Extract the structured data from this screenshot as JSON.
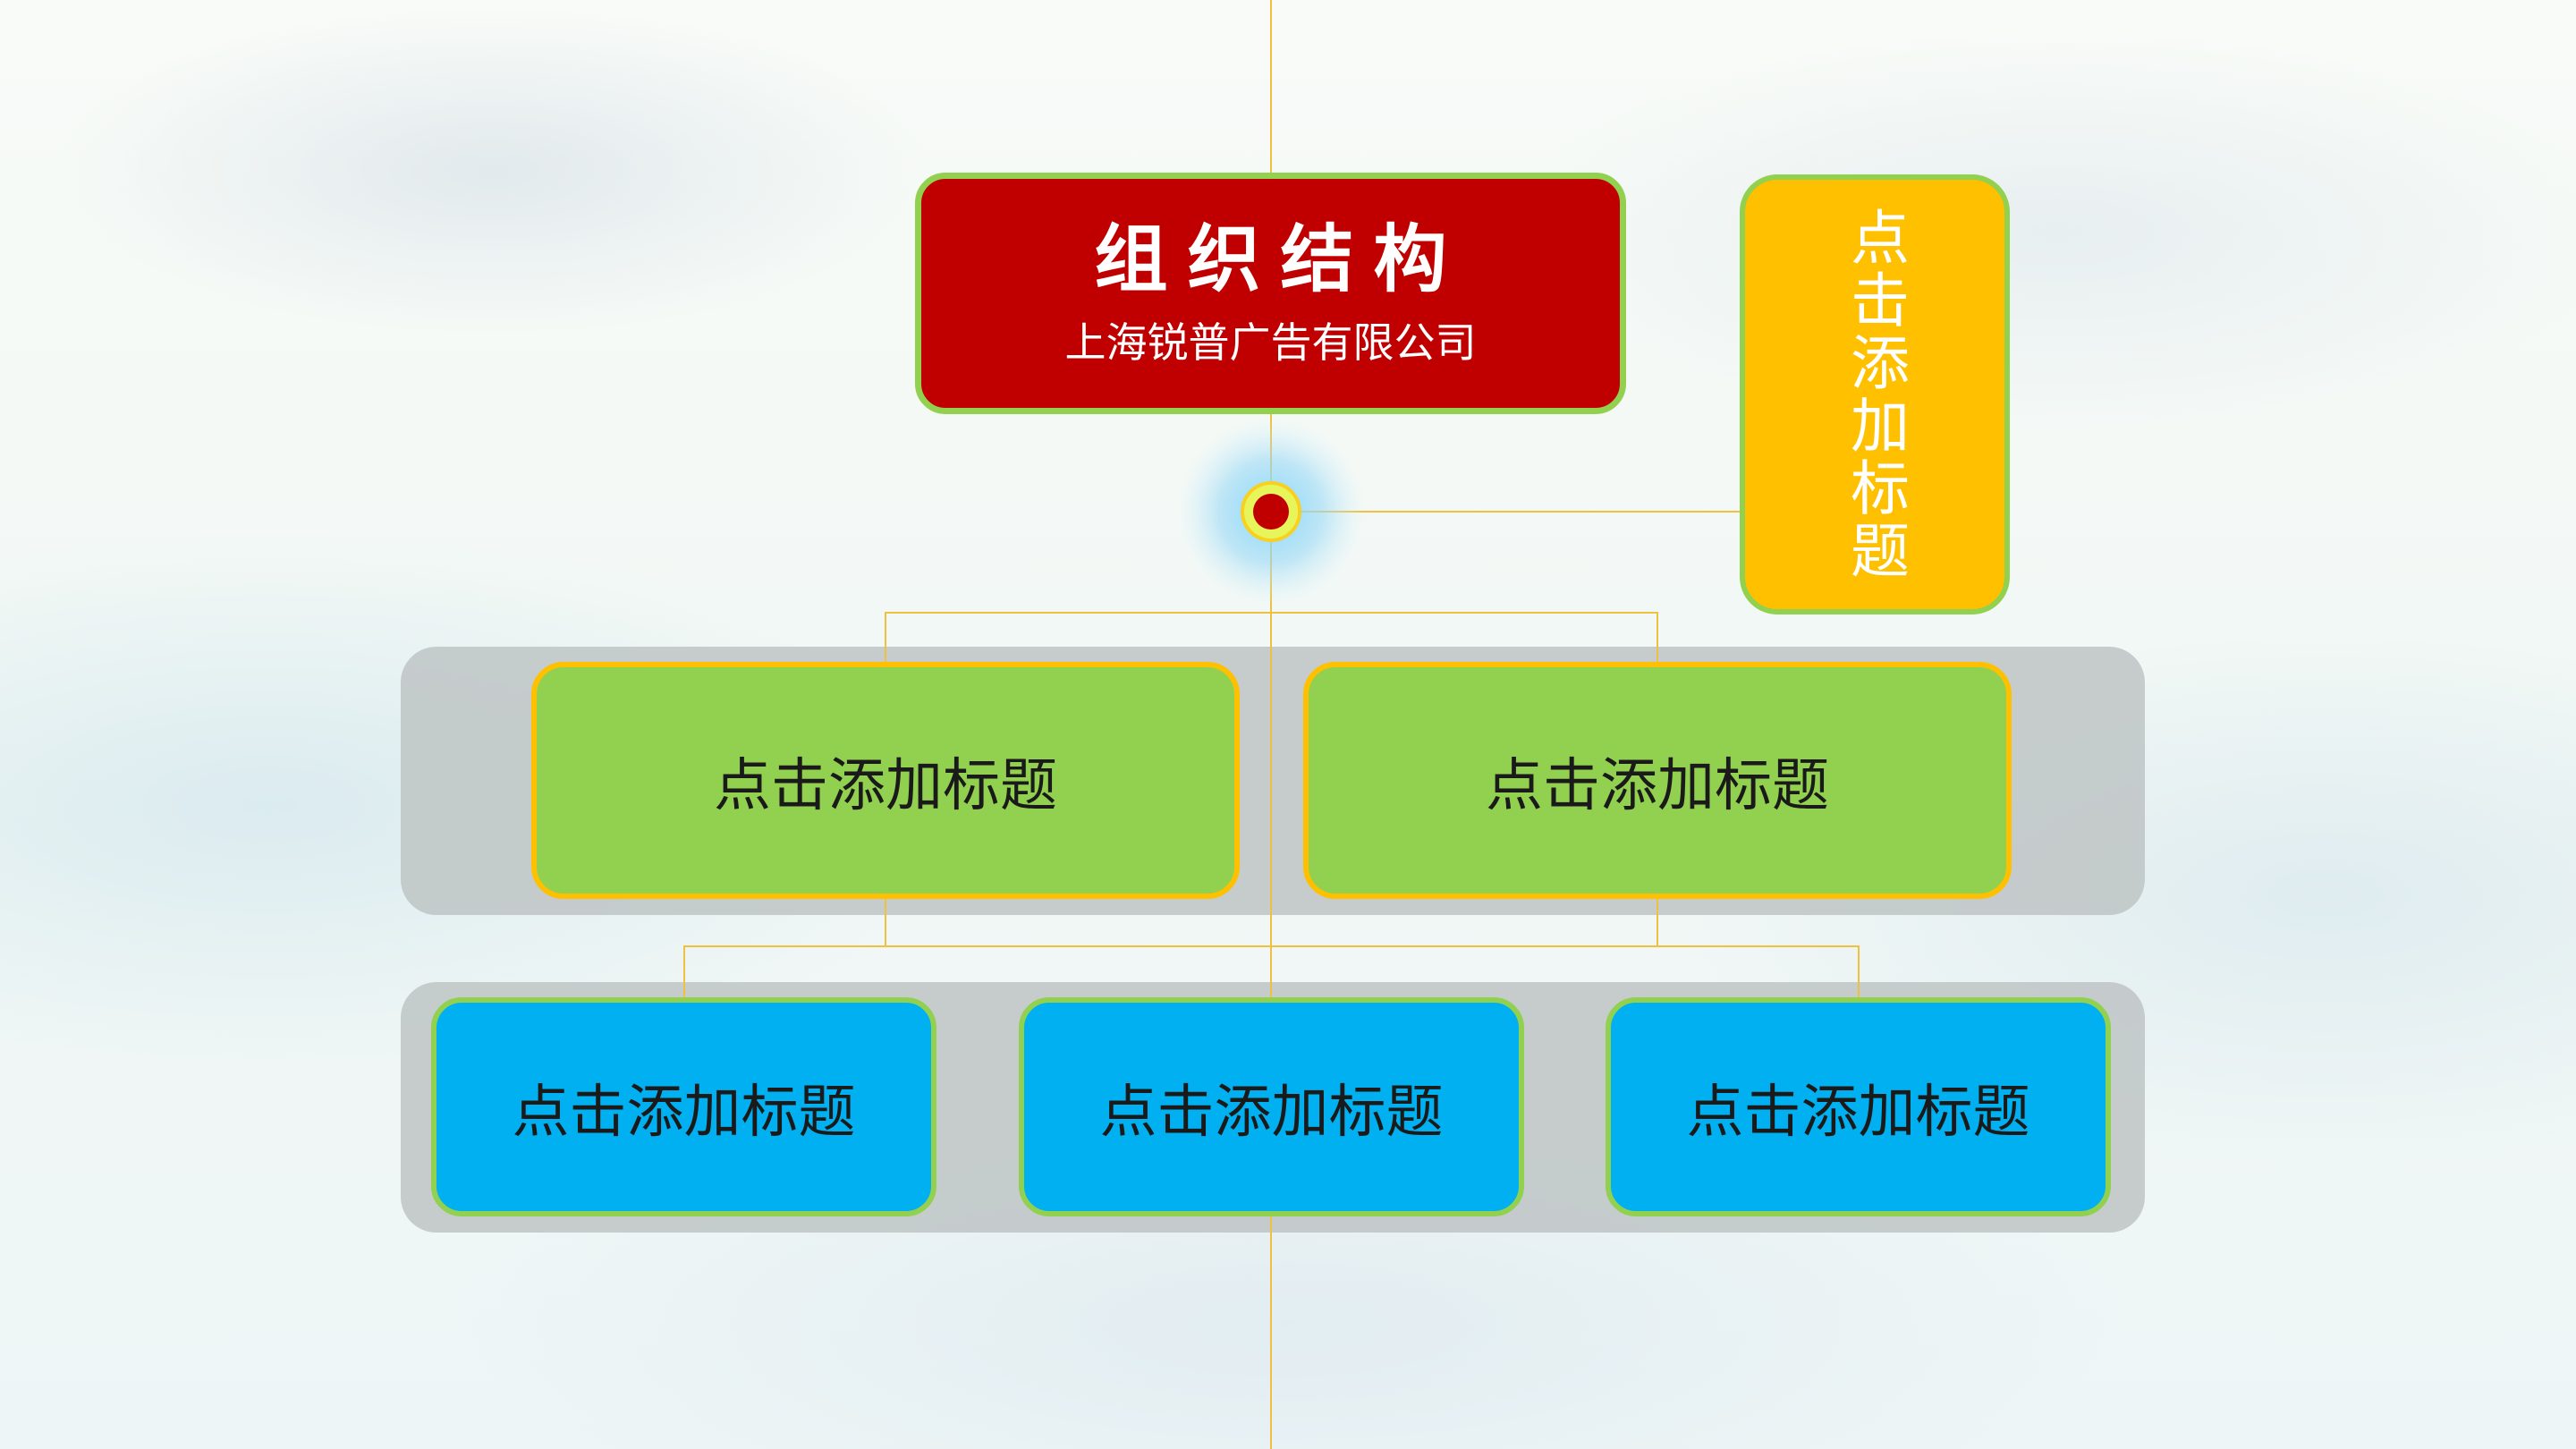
{
  "title": {
    "main": "组织结构",
    "subtitle": "上海锐普广告有限公司"
  },
  "side_node": {
    "label": "点击添加标题"
  },
  "level2": [
    {
      "label": "点击添加标题"
    },
    {
      "label": "点击添加标题"
    }
  ],
  "level3": [
    {
      "label": "点击添加标题"
    },
    {
      "label": "点击添加标题"
    },
    {
      "label": "点击添加标题"
    }
  ],
  "colors": {
    "title_fill": "#c00000",
    "side_fill": "#ffc000",
    "level2_fill": "#92d050",
    "level3_fill": "#00b0f0",
    "border_green": "#92d050",
    "border_gold": "#ffc000",
    "connector": "#f0c040",
    "band": "#bec4c4"
  }
}
